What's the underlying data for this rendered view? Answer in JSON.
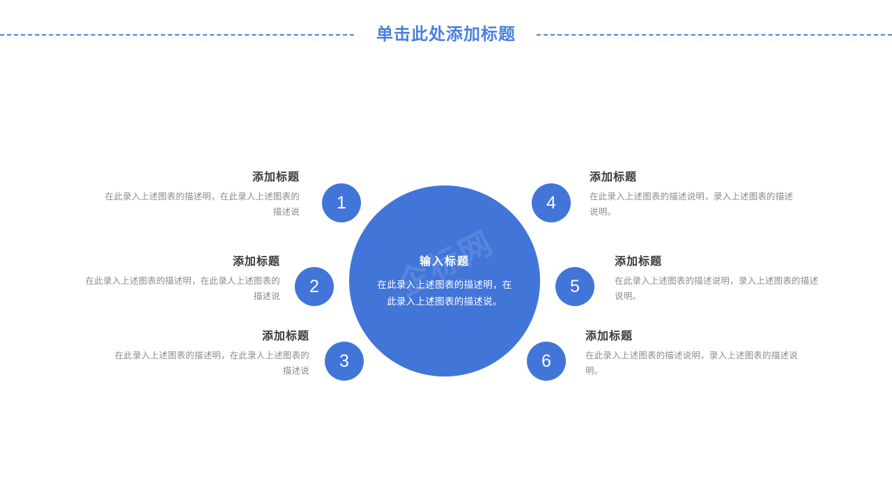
{
  "header": {
    "title": "单击此处添加标题",
    "accent_color": "#4a7fe0"
  },
  "hub": {
    "title": "输入标题",
    "description": "在此录入上述图表的描述明，在此录入上述图表的描述说。",
    "watermark": "企标网",
    "color": "#4175d8"
  },
  "items": [
    {
      "number": "1",
      "title": "添加标题",
      "description": "在此录入上述图表的描述明，在此录人上述图表的描述说",
      "side": "left"
    },
    {
      "number": "2",
      "title": "添加标题",
      "description": "在此录入上述图表的描述明，在此录人上述图表的描述说",
      "side": "left"
    },
    {
      "number": "3",
      "title": "添加标题",
      "description": "在此录入上述图表的描述明，在此录人上述图表的描述说",
      "side": "left"
    },
    {
      "number": "4",
      "title": "添加标题",
      "description": "在此录入上述图表的描述说明，录入上述图表的描述说明。",
      "side": "right"
    },
    {
      "number": "5",
      "title": "添加标题",
      "description": "在此录入上述图表的描述说明，录入上述图表的描述说明。",
      "side": "right"
    },
    {
      "number": "6",
      "title": "添加标题",
      "description": "在此录入上述图表的描述说明，录入上述图表的描述说明。",
      "side": "right"
    }
  ]
}
